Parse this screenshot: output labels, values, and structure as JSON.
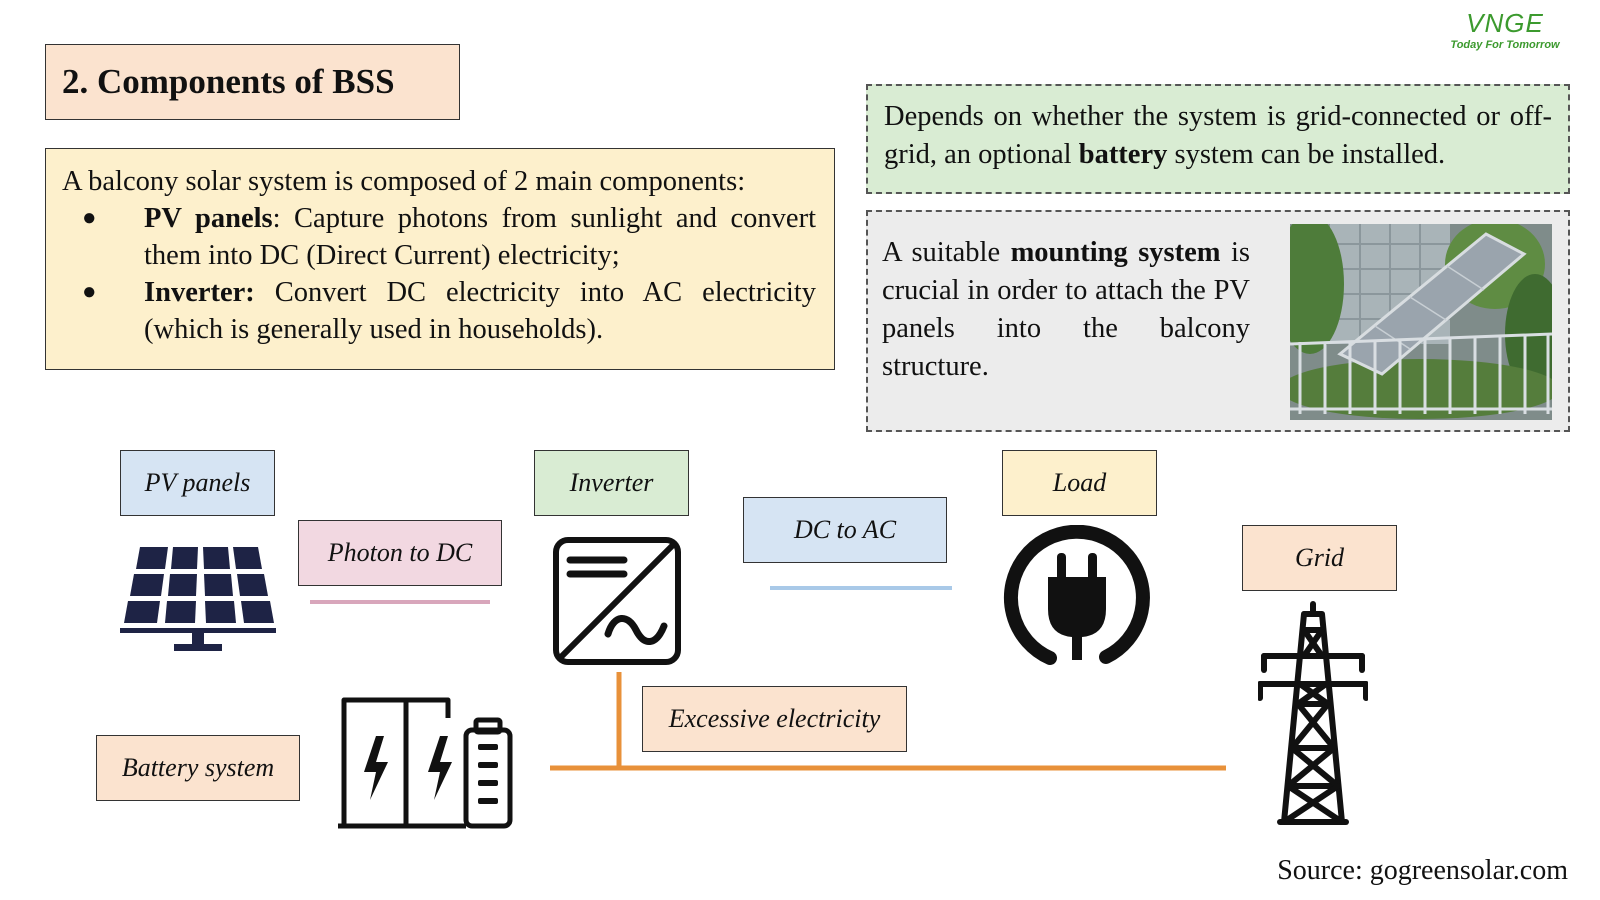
{
  "slide": {
    "title": "2. Components of BSS",
    "logo": {
      "brand": "VNGE",
      "tagline": "Today For Tomorrow"
    },
    "intro": "A balcony solar system is composed of 2 main components:",
    "bullets": [
      {
        "term": "PV panels",
        "text": ": Capture photons from sunlight and convert them into DC (Direct Current) electricity;"
      },
      {
        "term": "Inverter:",
        "text": " Convert DC electricity into AC electricity (which is generally used in households)."
      }
    ],
    "bullet_symbol": "●",
    "battery_note": {
      "before": "Depends on whether the system is grid-connected or off-grid, an optional ",
      "bold": "battery",
      "after": " system can be installed."
    },
    "mounting_note": {
      "before": "A suitable ",
      "bold": "mounting system",
      "after": " is crucial in order to attach the PV panels into the balcony structure."
    },
    "source": "Source: gogreensolar.com"
  },
  "diagram": {
    "labels": {
      "pv_panels": "PV panels",
      "photon_to_dc": "Photon to DC",
      "inverter": "Inverter",
      "dc_to_ac": "DC to AC",
      "load": "Load",
      "grid": "Grid",
      "excessive_electricity": "Excessive electricity",
      "battery_system": "Battery system"
    },
    "colors": {
      "pv_label": "#d6e4f3",
      "photon_label": "#f2d8e1",
      "photon_line": "#d8a6bb",
      "inverter_label": "#d9ecd3",
      "dc_ac_label": "#d6e4f3",
      "dc_ac_line": "#a9c9e8",
      "load_label": "#fdf0cc",
      "grid_label": "#fbe3cf",
      "excess_label": "#fbe3cf",
      "battery_label": "#fbe3cf",
      "power_line": "#e8913a",
      "panel_color": "#1e2345"
    },
    "icons": [
      "solar-panel-icon",
      "inverter-icon",
      "power-plug-icon",
      "transmission-tower-icon",
      "battery-storage-icon"
    ]
  }
}
